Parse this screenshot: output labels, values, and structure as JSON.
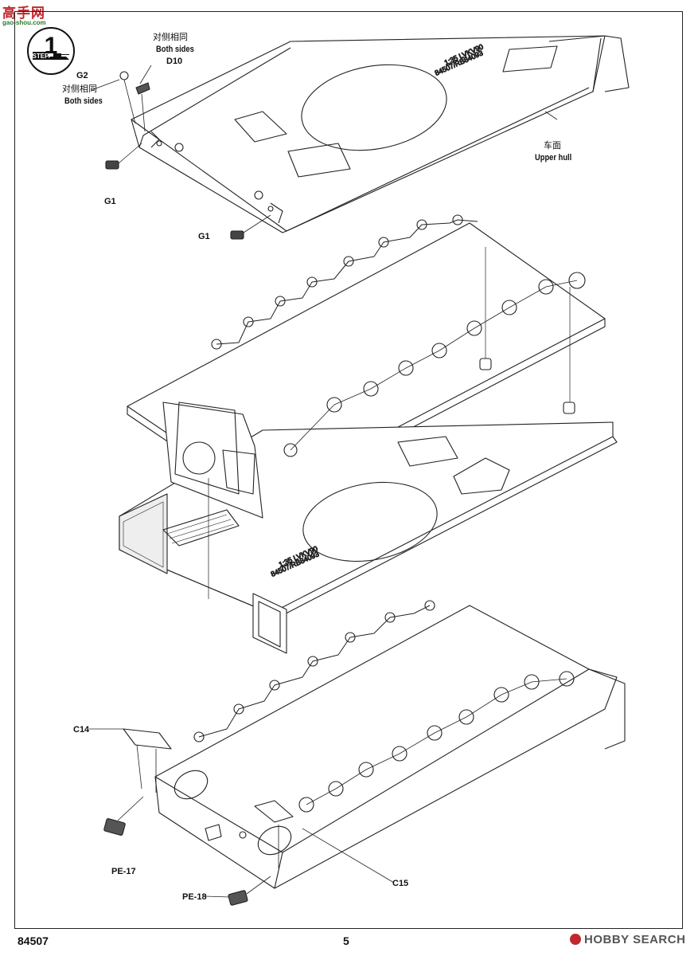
{
  "watermark": {
    "brand": "高手网",
    "url": "gao-shou.com"
  },
  "step": {
    "number": "1",
    "label": "STEP"
  },
  "labels": {
    "g2": "G2",
    "g2_cn": "对侧相同",
    "g2_en": "Both sides",
    "d10_cn": "对侧相同",
    "d10_en": "Both sides",
    "d10": "D10",
    "upper_hull_cn": "车面",
    "upper_hull_en": "Upper hull",
    "g1_left": "G1",
    "g1_right": "G1",
    "c14": "C14",
    "pe17": "PE-17",
    "c15": "C15",
    "pe18": "PE-18"
  },
  "hull_markings": {
    "top_line1": "1:35 LVKV90",
    "top_line2": "84507/RB84093",
    "mid_line1": "1:35 LVKV90",
    "mid_line2": "84507/RB84093"
  },
  "footer": {
    "kit_number": "84507",
    "page_number": "5",
    "site": "HOBBY SEARCH"
  }
}
